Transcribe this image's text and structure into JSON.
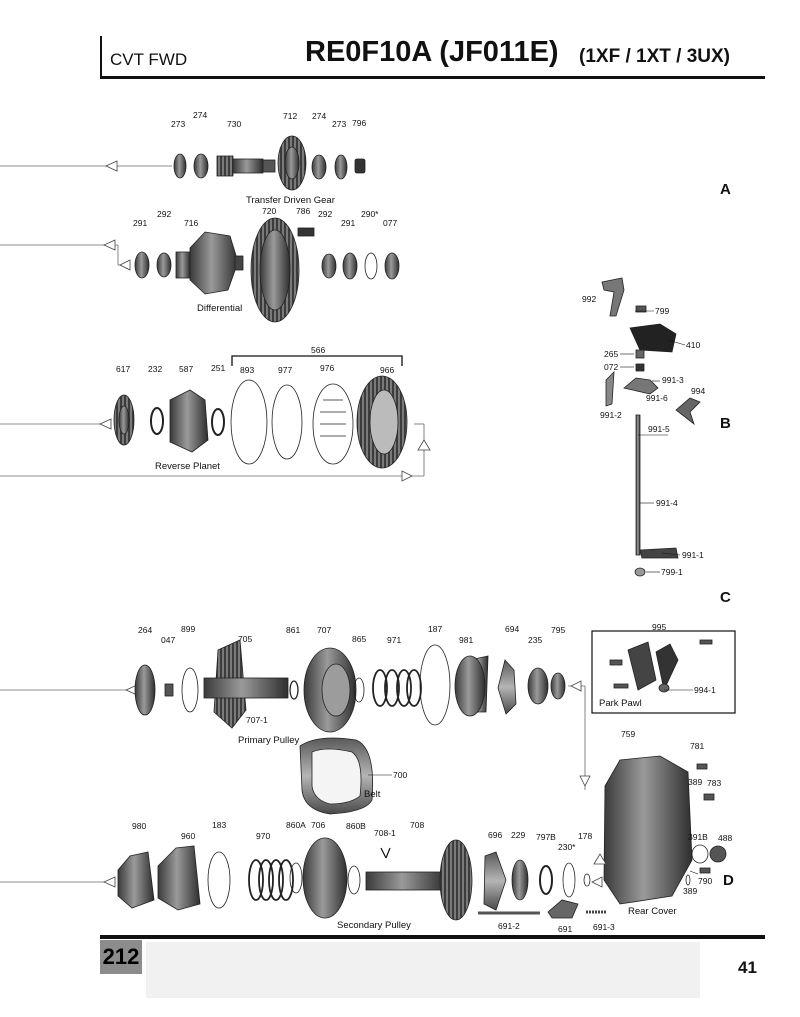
{
  "header": {
    "left": "CVT FWD",
    "title": "RE0F10A (JF011E)",
    "models": "(1XF / 1XT / 3UX)"
  },
  "sections": [
    "A",
    "B",
    "C",
    "D"
  ],
  "captions": {
    "transfer_driven_gear": "Transfer Driven Gear",
    "differential": "Differential",
    "reverse_planet": "Reverse Planet",
    "primary_pulley": "Primary Pulley",
    "belt": "Belt",
    "secondary_pulley": "Secondary Pulley",
    "park_pawl": "Park Pawl",
    "rear_cover": "Rear  Cover"
  },
  "parts": {
    "row1": [
      "273",
      "274",
      "730",
      "712",
      "274",
      "273",
      "796"
    ],
    "row2": [
      "291",
      "292",
      "716",
      "720",
      "786",
      "292",
      "291",
      "290*",
      "077"
    ],
    "row3": [
      "617",
      "232",
      "587",
      "251",
      "566",
      "893",
      "977",
      "976",
      "966"
    ],
    "shaft": [
      "992",
      "799",
      "410",
      "265",
      "072",
      "991-3",
      "994",
      "991-6",
      "991-2",
      "991-5",
      "991-4",
      "991-1",
      "799-1"
    ],
    "row4": [
      "264",
      "047",
      "899",
      "705",
      "707-1",
      "861",
      "707",
      "865",
      "971",
      "187",
      "981",
      "694",
      "235",
      "795"
    ],
    "park": [
      "995",
      "994-1"
    ],
    "belt": [
      "700"
    ],
    "cover": [
      "759",
      "781",
      "389",
      "783",
      "391B",
      "488",
      "790",
      "389"
    ],
    "row5": [
      "980",
      "960",
      "183",
      "970",
      "860A",
      "706",
      "860B",
      "708-1",
      "708",
      "696",
      "229",
      "797B",
      "230*",
      "178",
      "691-2",
      "691",
      "691-3"
    ]
  },
  "footer": {
    "badge": "212",
    "page": "41"
  }
}
